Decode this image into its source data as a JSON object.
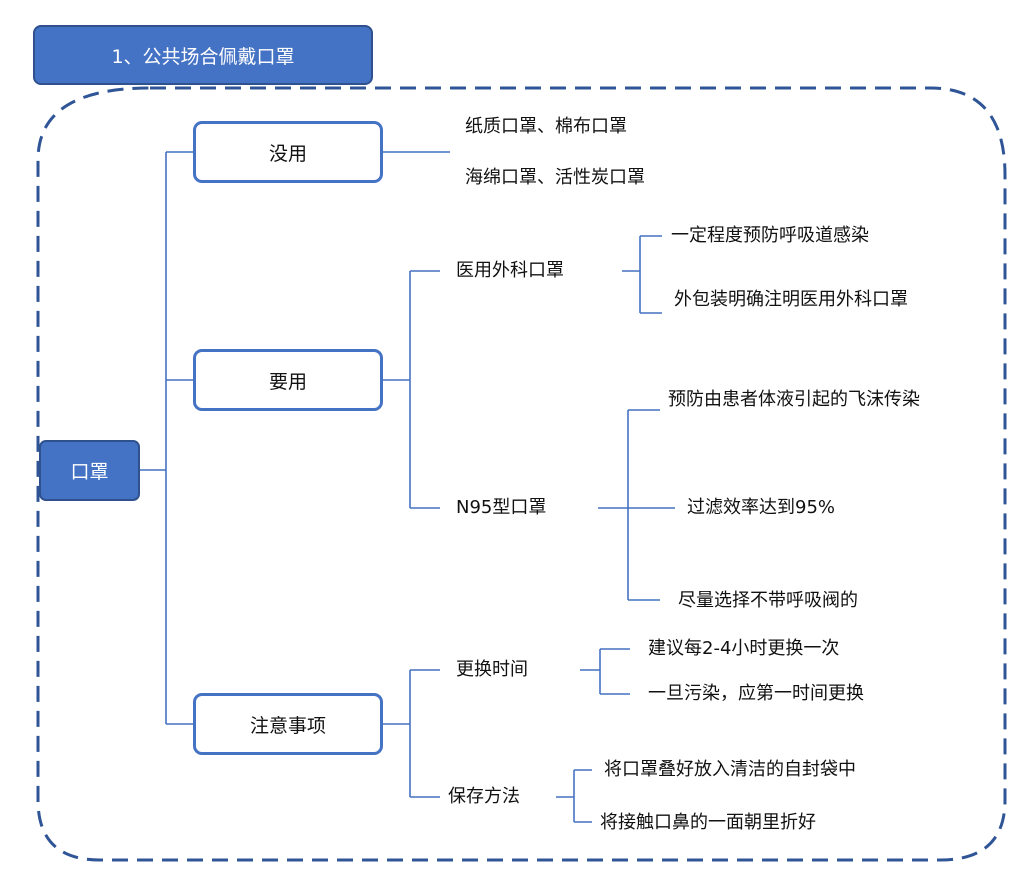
{
  "title": "1、公共场合佩戴口罩",
  "root": "口罩",
  "categories": [
    {
      "label": "没用",
      "items": [
        {
          "label": "纸质口罩、棉布口罩",
          "children": []
        },
        {
          "label": "海绵口罩、活性炭口罩",
          "children": []
        }
      ]
    },
    {
      "label": "要用",
      "items": [
        {
          "label": "医用外科口罩",
          "children": [
            "一定程度预防呼吸道感染",
            "外包装明确注明医用外科口罩"
          ]
        },
        {
          "label": "N95型口罩",
          "children": [
            "预防由患者体液引起的飞沫传染",
            "过滤效率达到95%",
            "尽量选择不带呼吸阀的"
          ]
        }
      ]
    },
    {
      "label": "注意事项",
      "items": [
        {
          "label": "更换时间",
          "children": [
            "建议每2-4小时更换一次",
            "一旦污染，应第一时间更换"
          ]
        },
        {
          "label": "保存方法",
          "children": [
            "将口罩叠好放入清洁的自封袋中",
            "将接触口鼻的一面朝里折好"
          ]
        }
      ]
    }
  ],
  "colors": {
    "accent": "#4472c4",
    "accent_dark": "#2f528f",
    "dashed_border": "#2f5597"
  }
}
